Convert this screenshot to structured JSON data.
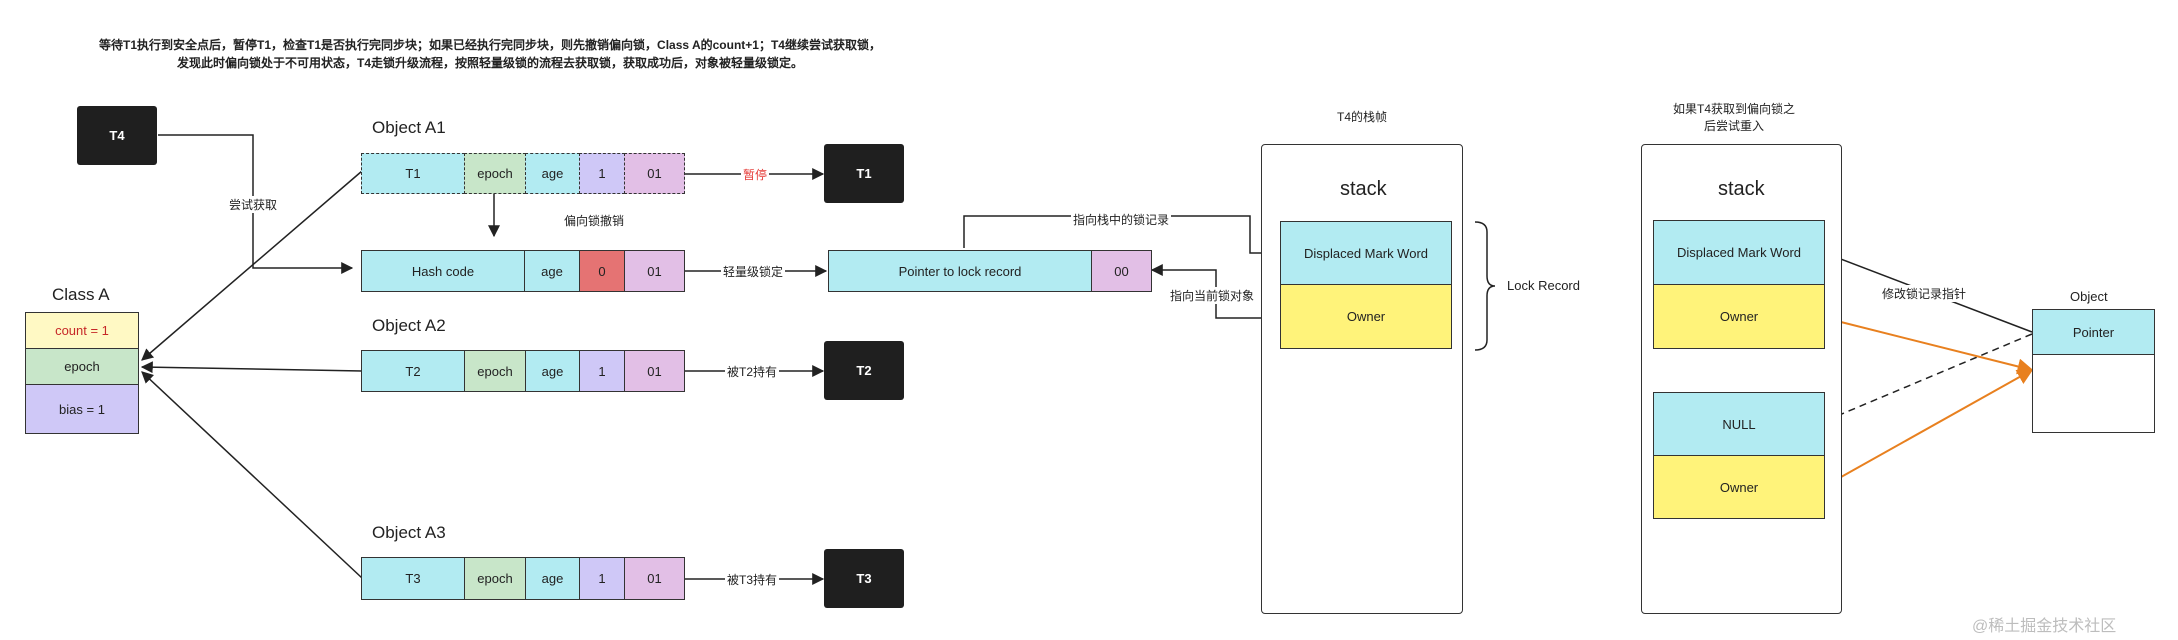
{
  "notes": {
    "line1": "等待T1执行到安全点后，暂停T1，检查T1是否执行完同步块；如果已经执行完同步块，则先撤销偏向锁，Class A的count+1；T4继续尝试获取锁，",
    "line2": "发现此时偏向锁处于不可用状态，T4走锁升级流程，按照轻量级锁的流程去获取锁，获取成功后，对象被轻量级锁定。"
  },
  "threads": {
    "t4": "T4",
    "t1": "T1",
    "t2": "T2",
    "t3": "T3"
  },
  "classA": {
    "title": "Class A",
    "count": "count = 1",
    "epoch": "epoch",
    "bias": "bias = 1"
  },
  "objectA1": {
    "title": "Object A1",
    "fields": [
      "T1",
      "epoch",
      "age",
      "1",
      "01"
    ],
    "revoked": [
      "Hash code",
      "age",
      "0",
      "01"
    ]
  },
  "objectA2": {
    "title": "Object A2",
    "fields": [
      "T2",
      "epoch",
      "age",
      "1",
      "01"
    ]
  },
  "objectA3": {
    "title": "Object A3",
    "fields": [
      "T3",
      "epoch",
      "age",
      "1",
      "01"
    ]
  },
  "lightweight": {
    "pointer": "Pointer to lock record",
    "bits": "00"
  },
  "edges": {
    "try_acquire": "尝试获取",
    "pause": "暂停",
    "revoke": "偏向锁撤销",
    "lightweight_lock": "轻量级锁定",
    "held_t2": "被T2持有",
    "held_t3": "被T3持有",
    "point_to_record": "指向栈中的锁记录",
    "point_to_object": "指向当前锁对象",
    "modify_pointer": "修改锁记录指针"
  },
  "stack1": {
    "caption": "T4的栈帧",
    "title": "stack",
    "displaced": "Displaced Mark Word",
    "owner": "Owner",
    "brace_label": "Lock Record"
  },
  "stack2": {
    "caption_line1": "如果T4获取到偏向锁之",
    "caption_line2": "后尝试重入",
    "title": "stack",
    "displaced": "Displaced Mark Word",
    "owner1": "Owner",
    "null_label": "NULL",
    "owner2": "Owner"
  },
  "object_right": {
    "title": "Object",
    "pointer": "Pointer"
  },
  "watermark": "@稀土掘金技术社区",
  "colors": {
    "orange_arrow": "#e8801f",
    "pause_text": "#e53935",
    "count_text": "#c62828"
  }
}
